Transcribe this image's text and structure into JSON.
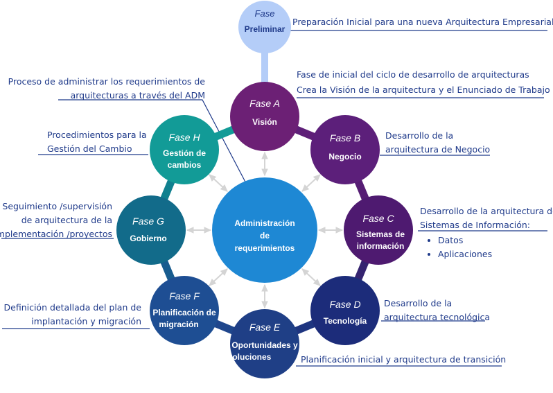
{
  "colors": {
    "preliminar": "#b4cdf8",
    "faseA": "#6c2075",
    "faseB": "#5c1f7a",
    "faseC": "#4e1a70",
    "faseD": "#1c2c7a",
    "faseE": "#1f3f86",
    "faseF": "#1e4e93",
    "faseG": "#126b8a",
    "faseH": "#129b97",
    "center": "#1e88d4",
    "connector": "#d4d4d4",
    "text_blue": "#1f3a8a"
  },
  "center": {
    "line1": "Administración",
    "line2": "de",
    "line3": "requerimientos"
  },
  "preliminar": {
    "fase": "Fase",
    "name": "Preliminar"
  },
  "phases": {
    "a": {
      "fase": "Fase A",
      "name1": "Visión",
      "name2": ""
    },
    "b": {
      "fase": "Fase B",
      "name1": "Negocio",
      "name2": ""
    },
    "c": {
      "fase": "Fase C",
      "name1": "Sistemas de",
      "name2": "información"
    },
    "d": {
      "fase": "Fase D",
      "name1": "Tecnología",
      "name2": ""
    },
    "e": {
      "fase": "Fase E",
      "name1": "Oportunidades y",
      "name2": "soluciones"
    },
    "f": {
      "fase": "Fase F",
      "name1": "Planificación de",
      "name2": "migración"
    },
    "g": {
      "fase": "Fase G",
      "name1": "Gobierno",
      "name2": ""
    },
    "h": {
      "fase": "Fase H",
      "name1": "Gestión de",
      "name2": "cambios"
    }
  },
  "descriptions": {
    "preliminar": "Preparación Inicial para una nueva Arquitectura Empresarial",
    "a_line1": "Fase de inicial del ciclo de desarrollo de arquitecturas",
    "a_line2": "Crea la Visión de la arquitectura y el Enunciado de Trabajo",
    "b_line1": "Desarrollo de la",
    "b_line2": "arquitectura de Negocio",
    "c_line1": "Desarrollo de la arquitectura de",
    "c_line2": "Sistemas de Información:",
    "c_bullets": [
      "Datos",
      "Aplicaciones"
    ],
    "d_line1": "Desarrollo de la",
    "d_line2": "arquitectura tecnológica",
    "e": "Planificación inicial y arquitectura de transición",
    "f_line1": "Definición detallada del plan de",
    "f_line2": "implantación y migración",
    "g_line1": "Seguimiento /supervisión",
    "g_line2": "de arquitectura de la",
    "g_line3": "implementación /proyectos",
    "h_line1": "Procedimientos para la",
    "h_line2": "Gestión del Cambio",
    "adm_line1": "Proceso de administrar los requerimientos de",
    "adm_line2": "arquitecturas a través del ADM"
  }
}
